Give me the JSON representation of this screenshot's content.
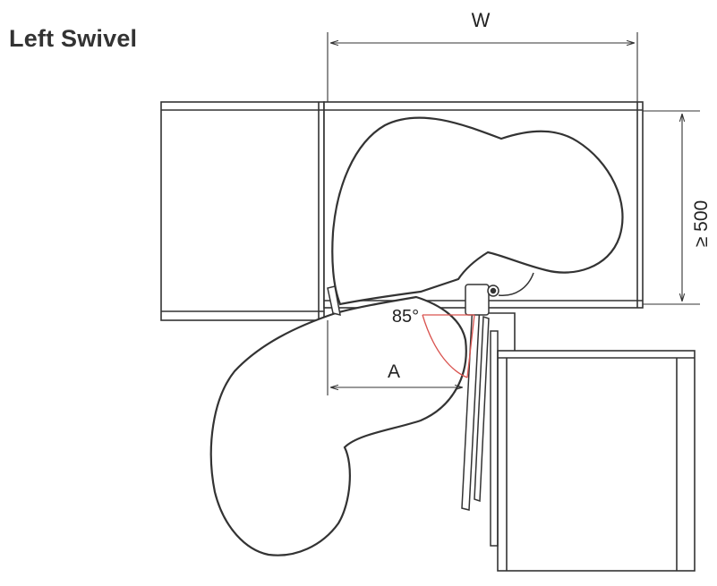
{
  "title": "Left Swivel",
  "labels": {
    "width": "W",
    "depth": "≥ 500",
    "angle": "85°",
    "offset": "A"
  },
  "colors": {
    "line": "#333333",
    "fill": "#ffffff",
    "angle_arc": "#d9534f"
  }
}
